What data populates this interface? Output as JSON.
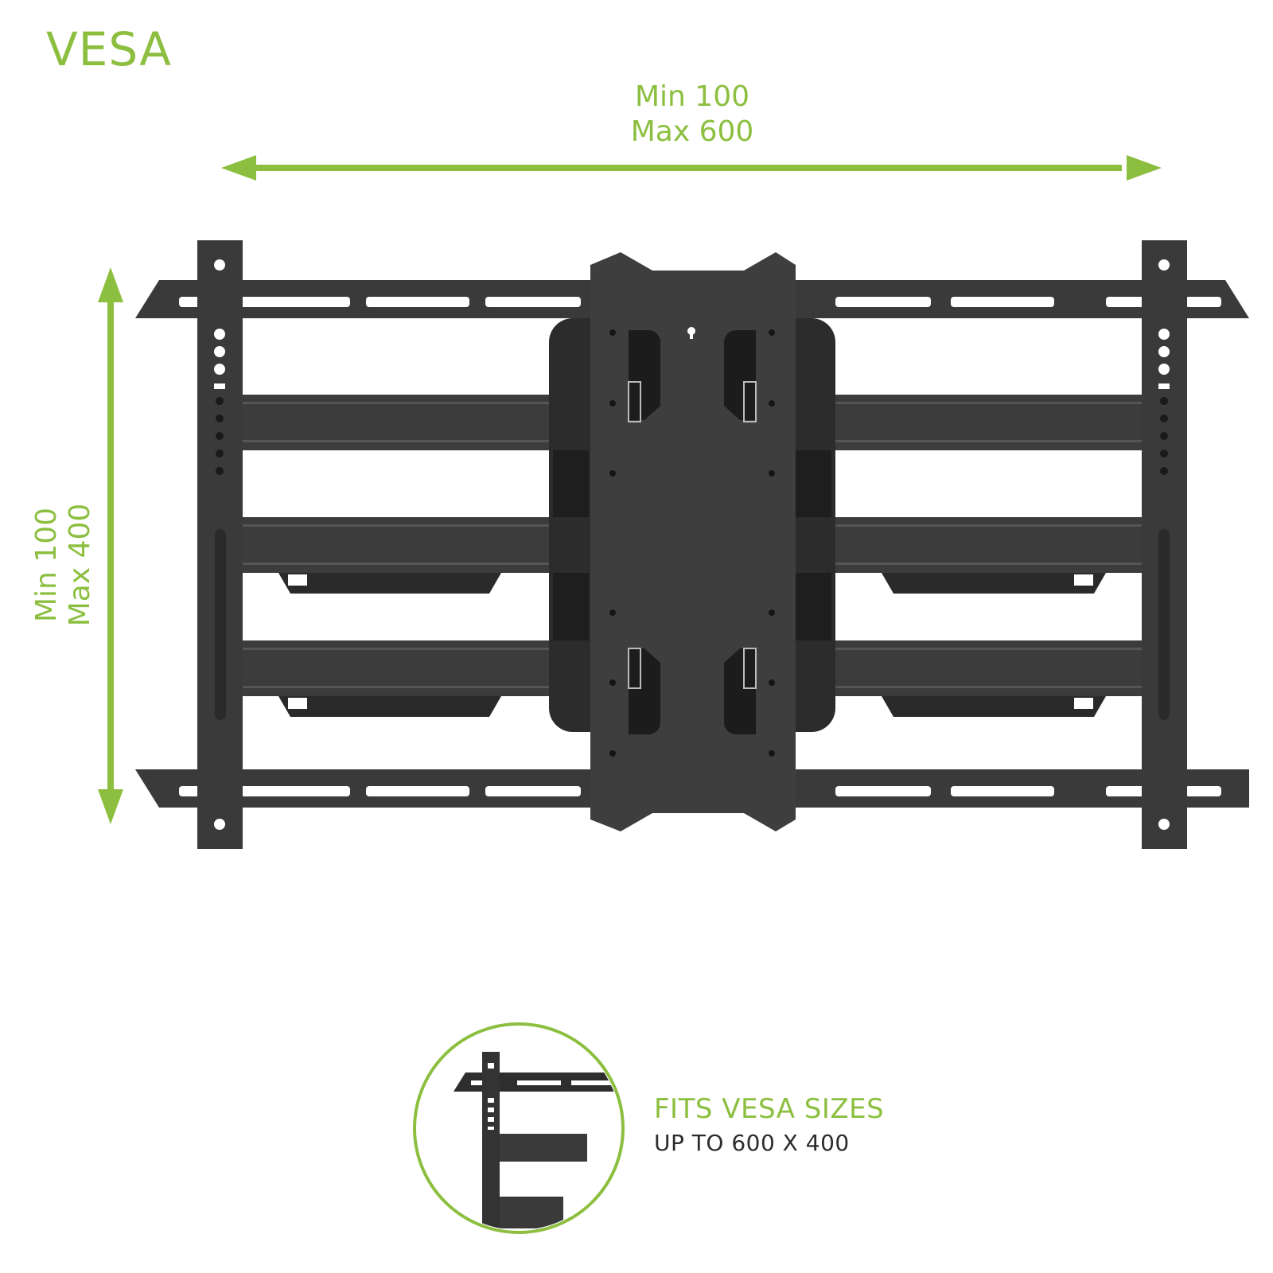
{
  "title": "VESA",
  "horizontal_dimension": {
    "line1": "Min 100",
    "line2": "Max 600"
  },
  "vertical_dimension": {
    "line1": "Min 100",
    "line2": "Max 400"
  },
  "callout": {
    "title": "FITS VESA SIZES",
    "subtitle": "UP TO 600 X 400"
  },
  "colors": {
    "accent": "#8cbf3f",
    "bracket": "#3a3a3a",
    "bracket_dark": "#222222",
    "text_dark": "#2c2c2c"
  }
}
